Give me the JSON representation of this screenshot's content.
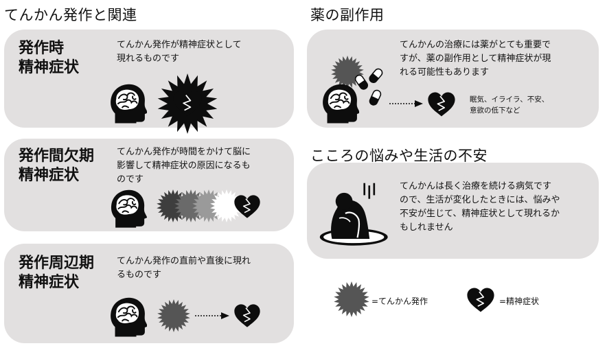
{
  "headings": {
    "left": "てんかん発作と関連",
    "side_effects": "薬の副作用",
    "anxiety": "こころの悩みや生活の不安"
  },
  "panels": [
    {
      "title_line1": "発作時",
      "title_line2": "精神症状",
      "description": [
        "てんかん発作が精神症状として",
        "現れるものです"
      ]
    },
    {
      "title_line1": "発作間欠期",
      "title_line2": "精神症状",
      "description": [
        "てんかん発作が時間をかけて脳に",
        "影響して精神症状の原因になるも",
        "のです"
      ]
    },
    {
      "title_line1": "発作周辺期",
      "title_line2": "精神症状",
      "description": [
        "てんかん発作の直前や直後に現れ",
        "るものです"
      ]
    }
  ],
  "side_effects_panel": {
    "description": [
      "てんかんの治療には薬がとても重要で",
      "すが、薬の副作用として精神症状が現",
      "れる可能性もあります"
    ],
    "symptoms": [
      "眠気、イライラ、不安、",
      "意欲の低下など"
    ]
  },
  "anxiety_panel": {
    "description": [
      "てんかんは長く治療を続ける病気です",
      "ので、生活が変化したときには、悩みや",
      "不安が生じて、精神症状として現れるか",
      "もしれません"
    ]
  },
  "legend": {
    "seizure": "=てんかん発作",
    "symptom": "=精神症状"
  },
  "icons": [
    "head-brain-icon",
    "seizure-burst-icon",
    "broken-heart-icon",
    "pill-icon",
    "dotted-arrow-icon",
    "sitting-person-icon"
  ],
  "colors": {
    "panel_background": "#e2e0e0",
    "icon_black": "#0d0d0d",
    "seizure_gray": "#555555"
  }
}
